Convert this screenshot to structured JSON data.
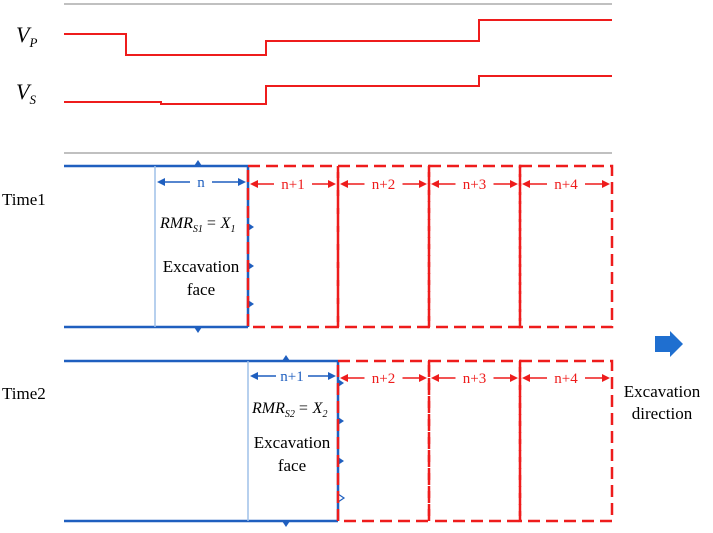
{
  "wave_panel": {
    "vp_symbol": "V",
    "vp_subscript": "P",
    "vs_symbol": "V",
    "vs_subscript": "S"
  },
  "rows": [
    {
      "label": "Time1",
      "segments": [
        "n",
        "n+1",
        "n+2",
        "n+3",
        "n+4"
      ],
      "rmr_main": "RMR",
      "rmr_sub": "S1",
      "rmr_eq": "= X",
      "rmr_eq_sub": "1",
      "face_line1": "Excavation",
      "face_line2": "face"
    },
    {
      "label": "Time2",
      "segments": [
        "n+1",
        "n+2",
        "n+3",
        "n+4"
      ],
      "rmr_main": "RMR",
      "rmr_sub": "S2",
      "rmr_eq": "= X",
      "rmr_eq_sub": "2",
      "face_line1": "Excavation",
      "face_line2": "face"
    }
  ],
  "direction": {
    "line1": "Excavation",
    "line2": "direction",
    "arrow_icon": "right-arrow-icon"
  },
  "colors": {
    "blue": "#1f5fbf",
    "light_blue": "#9fc0e8",
    "red": "#ee1c1c",
    "gray": "#808080"
  }
}
